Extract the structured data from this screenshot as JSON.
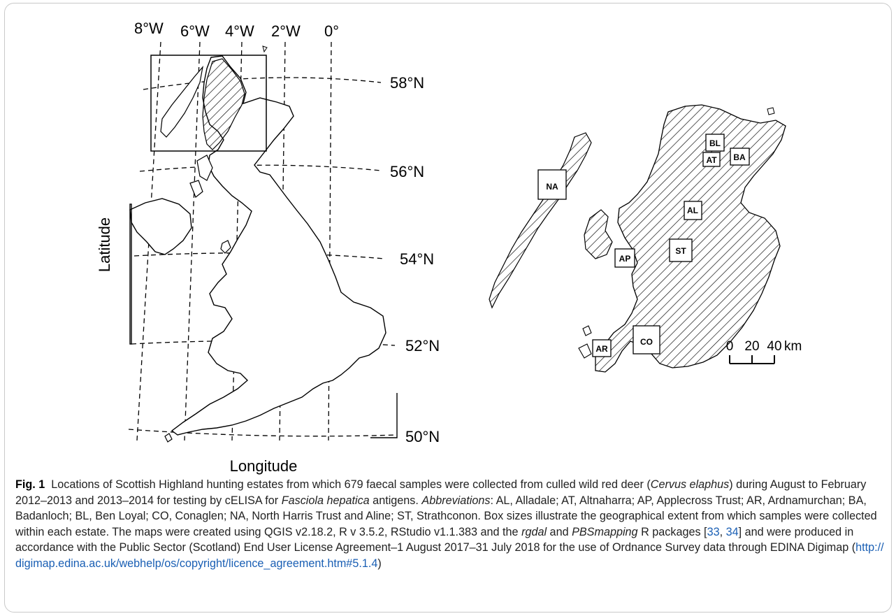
{
  "map_left": {
    "lon_labels": [
      "8°W",
      "6°W",
      "4°W",
      "2°W",
      "0°"
    ],
    "lat_labels": [
      "58°N",
      "56°N",
      "54°N",
      "52°N",
      "50°N"
    ],
    "axis_y": "Latitude",
    "axis_x": "Longitude"
  },
  "map_right": {
    "estates": [
      {
        "code": "BL"
      },
      {
        "code": "BA"
      },
      {
        "code": "AT"
      },
      {
        "code": "NA"
      },
      {
        "code": "AL"
      },
      {
        "code": "ST"
      },
      {
        "code": "AP"
      },
      {
        "code": "CO"
      },
      {
        "code": "AR"
      }
    ],
    "scale_labels": [
      "0",
      "20",
      "40",
      "km"
    ]
  },
  "caption": {
    "fig": "Fig. 1",
    "t1": "Locations of Scottish Highland hunting estates from which 679 faecal samples were collected from culled wild red deer (",
    "species": "Cervus elaphus",
    "t2": ") during August to February 2012–2013 and 2013–2014 for testing by cELISA for ",
    "parasite": "Fasciola hepatica",
    "t3": " antigens. ",
    "abbr_label": "Abbreviations",
    "t4": ": AL, Alladale; AT, Altnaharra; AP, Applecross Trust; AR, Ardnamurchan; BA, Badanloch; BL, Ben Loyal; CO, Conaglen; NA, North Harris Trust and Aline; ST, Strathconon. Box sizes illustrate the geographical extent from which samples were collected within each estate. The maps were created using QGIS v2.18.2, R v 3.5.2, RStudio v1.1.383 and the ",
    "pkg1": "rgdal",
    "t5": " and ",
    "pkg2": "PBSmapping",
    "t6": " R packages [",
    "ref1": "33",
    "t7": ", ",
    "ref2": "34",
    "t8": "] and were produced in accordance with the Public Sector (Scotland) End User License Agreement–1 August 2017–31 July 2018 for the use of Ordnance Survey data through EDINA Digimap (",
    "url": "http://digimap.edina.ac.uk/webhelp/os/copyright/licence_agreement.htm#5.1.4",
    "t9": ")"
  },
  "colors": {
    "ink": "#000000",
    "link": "#1a5fb4",
    "border": "#c9c9c9"
  }
}
